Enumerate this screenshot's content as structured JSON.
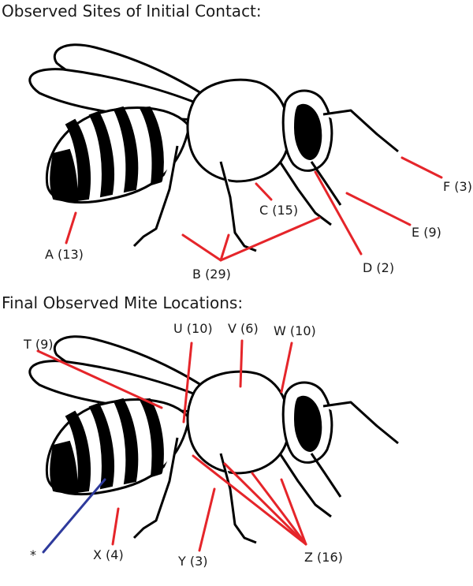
{
  "diagram": {
    "top_heading": "Observed Sites of Initial Contact:",
    "bottom_heading": "Final Observed Mite Locations:",
    "initial_contact_labels": {
      "A": "A (13)",
      "B": "B (29)",
      "C": "C (15)",
      "D": "D (2)",
      "E": "E (9)",
      "F": "F (3)"
    },
    "final_location_labels": {
      "T": "T (9)",
      "U": "U (10)",
      "V": "V (6)",
      "W": "W (10)",
      "X": "X (4)",
      "Y": "Y (3)",
      "Z": "Z (16)",
      "asterisk": "*"
    },
    "colors": {
      "pointer_lines": "#e5252a",
      "asterisk_line": "#2e3a9c",
      "outline": "#000000"
    }
  }
}
